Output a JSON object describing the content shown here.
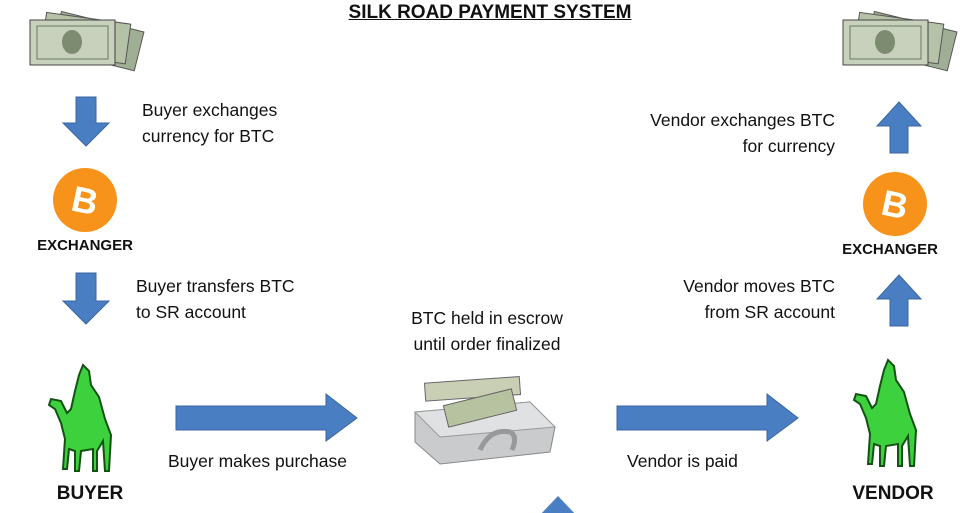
{
  "title": "SILK ROAD PAYMENT SYSTEM",
  "colors": {
    "arrow": "#4a7ec2",
    "bitcoin": "#f7931a",
    "camel": "#3ed13e"
  },
  "left": {
    "step1": [
      "Buyer exchanges",
      "currency for BTC"
    ],
    "exchanger": "EXCHANGER",
    "step2": [
      "Buyer transfers BTC",
      "to SR account"
    ],
    "actor": "BUYER",
    "purchase": "Buyer makes purchase"
  },
  "center": {
    "escrow": [
      "BTC held in escrow",
      "until order finalized"
    ]
  },
  "right": {
    "step1": [
      "Vendor exchanges BTC",
      "for currency"
    ],
    "exchanger": "EXCHANGER",
    "step2": [
      "Vendor moves BTC",
      "from SR account"
    ],
    "actor": "VENDOR",
    "paid": "Vendor is paid"
  },
  "icons": {
    "money": "money-stack-icon",
    "bitcoin": "bitcoin-icon",
    "camel": "camel-rider-icon",
    "briefcase": "cash-briefcase-icon"
  }
}
